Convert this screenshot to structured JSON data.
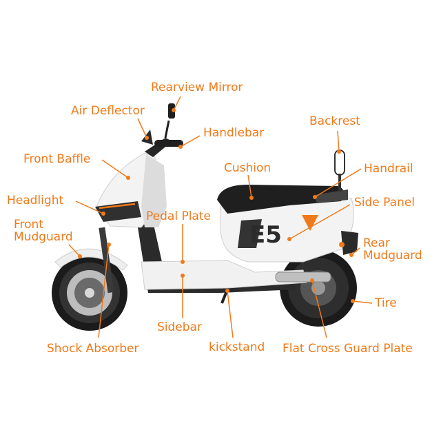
{
  "colors": {
    "accent": "#f07a1a",
    "body_white": "#f3f3f3",
    "body_dark": "#2b2b2b",
    "seat": "#1f1f1f"
  },
  "labels": {
    "rearview_mirror": "Rearview Mirror",
    "air_deflector": "Air Deflector",
    "handlebar": "Handlebar",
    "backrest": "Backrest",
    "front_baffle": "Front Baffle",
    "cushion": "Cushion",
    "handrail": "Handrail",
    "headlight": "Headlight",
    "side_panel": "Side Panel",
    "front_mudguard_1": "Front",
    "front_mudguard_2": "Mudguard",
    "pedal_plate": "Pedal Plate",
    "rear_mudguard_1": "Rear",
    "rear_mudguard_2": "Mudguard",
    "tire": "Tire",
    "sidebar": "Sidebar",
    "shock_absorber": "Shock Absorber",
    "kickstand": "kickstand",
    "flat_cross_guard_plate": "Flat Cross Guard Plate"
  },
  "badge_text": "E5"
}
